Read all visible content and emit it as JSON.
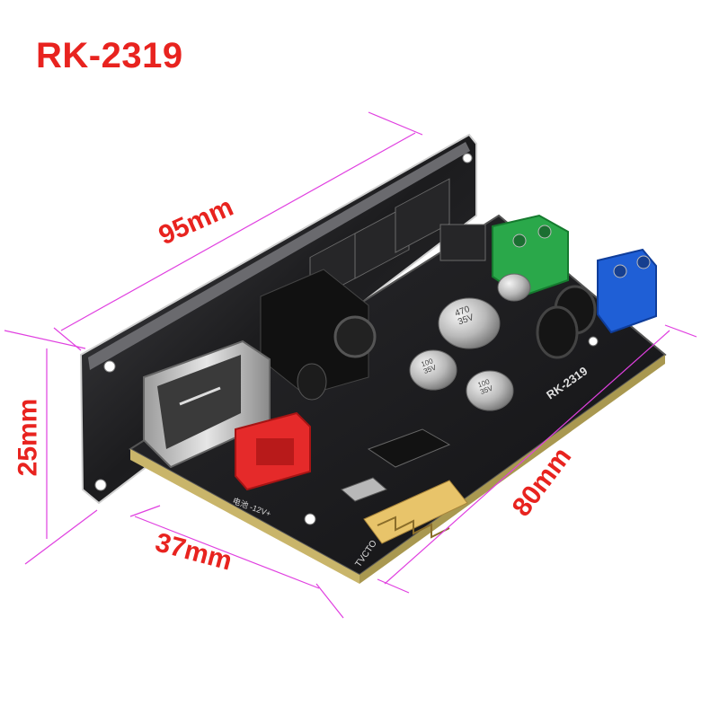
{
  "product": {
    "model": "RK-2319"
  },
  "dimensions": {
    "length": "95mm",
    "height": "25mm",
    "depth": "37mm",
    "width": "80mm"
  },
  "pcb_silkscreen": {
    "board_model": "RK-2319",
    "antenna_label": "TVCTO",
    "battery_label": "电池 -12V+",
    "cap_large": "470\n35V",
    "cap_small_1": "100\n35V",
    "cap_small_2": "100\n35V"
  },
  "colors": {
    "model_text": "#e8231f",
    "dimension_lines": "#e040e0",
    "pcb": "#1b1b1d",
    "terminal_green": "#2aa84a",
    "terminal_blue": "#1f5fd6",
    "connector_red": "#e52a2a",
    "antenna_gold": "#e8c46a"
  }
}
